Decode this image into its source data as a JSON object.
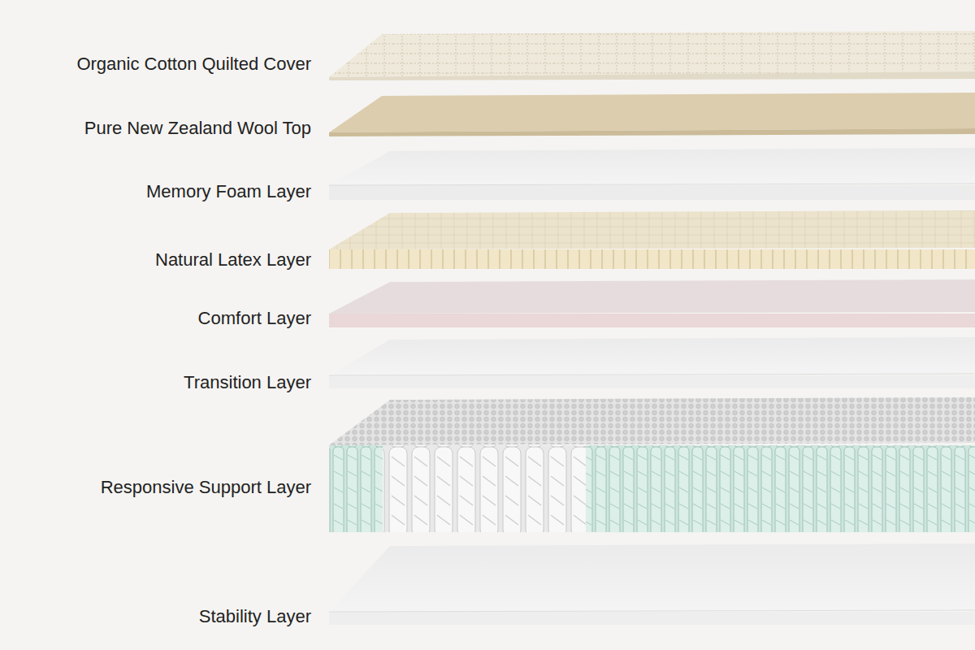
{
  "diagram": {
    "labels": [
      "Organic Cotton Quilted Cover",
      "Pure New Zealand Wool Top",
      "Memory Foam Layer",
      "Natural Latex Layer",
      "Comfort Layer",
      "Transition Layer",
      "Responsive Support Layer",
      "Stability Layer"
    ]
  }
}
